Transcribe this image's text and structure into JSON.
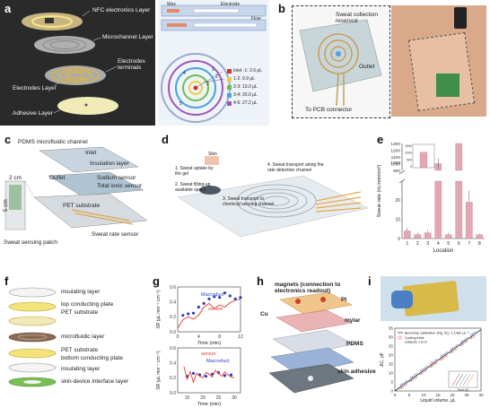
{
  "panels": {
    "a": {
      "label": "a",
      "layers": [
        "NFC electronics Layer",
        "Microchannel Layer",
        "Electrodes terminals",
        "Electrodes Layer",
        "Adhesive Layer"
      ],
      "legend": [
        {
          "text": "Inlet -1: 2.6 μL",
          "color": "#d8332a"
        },
        {
          "text": "1-2: 9.9 μL",
          "color": "#e8d040"
        },
        {
          "text": "2-3: 13.0 μL",
          "color": "#6abf4b"
        },
        {
          "text": "3-4: 20.0 μL",
          "color": "#4aa3df"
        },
        {
          "text": "4-5: 27.2 μL",
          "color": "#9b59b6"
        }
      ],
      "markers": [
        "1",
        "2",
        "3",
        "4",
        "5"
      ],
      "schematic_labels": [
        "Wax",
        "Electrode",
        "Flow"
      ]
    },
    "b": {
      "label": "b",
      "reservoir": "Sweat collection reservoir",
      "outlet": "Outlet",
      "connector": "To PCB connector"
    },
    "c": {
      "label": "c",
      "channel": "PDMS microfluidic channel",
      "inlet": "Inlet",
      "insulation": "Insulation layer",
      "outlet": "Outlet",
      "sodium": "Sodium sensor",
      "ionic": "Total ionic sensor",
      "substrate": "PET substrate",
      "rate": "Sweat rate sensor",
      "dim_w": "2 cm",
      "dim_h": "5 cm",
      "patch": "Sweat sensing patch"
    },
    "d": {
      "label": "d",
      "skin": "Skin",
      "step1": "1. Sweat uptake by the gel",
      "step2": "2. Sweat filling-up available space",
      "step3": "3. Sweat transport to chemical sensing channel",
      "step4": "4. Sweat transport along the rate detection channel"
    },
    "e": {
      "label": "e"
    },
    "f": {
      "label": "f",
      "layers": [
        "insulating layer",
        "top conducting plate",
        "PET substrate",
        "microfluidic layer",
        "PET substrate",
        "bottom conducting plate",
        "insulating layer",
        "skin-device interface layer"
      ]
    },
    "g": {
      "label": "g"
    },
    "h": {
      "label": "h",
      "magnets": "magnets (connection to electronics readout)",
      "pi": "PI",
      "cu": "Cu",
      "mylar": "mylar",
      "pdms": "PDMS",
      "adhesive": "skin adhesive"
    },
    "i": {
      "label": "i",
      "legend1": "Benchtop calibration (Fig. 5c): 1.14pF μL⁻¹",
      "legend2": "Cycling trials",
      "legend3": "subjects 1 to 8",
      "inset_x": "Time (h)"
    }
  },
  "chart_data": [
    {
      "id": "e",
      "type": "bar",
      "ylabel": "Sweat rate (nL/min/cm²)",
      "xlabel": "Location",
      "categories": [
        "1",
        "2",
        "3",
        "4",
        "5",
        "6",
        "7",
        "8"
      ],
      "upper_ticks": [
        "1300",
        "1200",
        "1100",
        "1020",
        "1000",
        "900"
      ],
      "lower_ticks": [
        "20",
        "10",
        "0"
      ],
      "lower_ylim": [
        0,
        30
      ],
      "values": [
        4,
        2,
        3,
        1000,
        2,
        1300,
        19,
        2
      ],
      "errors": [
        1.5,
        1,
        1.5,
        80,
        1,
        0,
        6,
        0.5
      ],
      "inset_ticks": [
        "1500",
        "1000",
        "500",
        "0"
      ],
      "color": "#e3a7b3"
    },
    {
      "id": "g-top",
      "type": "line",
      "xlabel": "Time (min)",
      "ylabel": "SR (μL min⁻¹ cm⁻²)",
      "xticks": [
        "0",
        "4",
        "8",
        "12"
      ],
      "yticks": [
        "0.6",
        "0.4",
        "0.2",
        "0.0"
      ],
      "series": [
        {
          "name": "Macroduct",
          "color": "#2b3fbf",
          "x": [
            1,
            2,
            3,
            4,
            5,
            6,
            7,
            8,
            9,
            10,
            11,
            12
          ],
          "y": [
            0.22,
            0.24,
            0.25,
            0.33,
            0.38,
            0.44,
            0.47,
            0.46,
            0.52,
            0.48,
            0.44,
            0.46
          ]
        },
        {
          "name": "sensor",
          "color": "#e0392b",
          "x": [
            0,
            1,
            2,
            3,
            4,
            5,
            6,
            7,
            8,
            9,
            10,
            11,
            12
          ],
          "y": [
            0.05,
            0.16,
            0.2,
            0.17,
            0.22,
            0.33,
            0.38,
            0.31,
            0.36,
            0.33,
            0.39,
            0.42,
            0.44
          ]
        }
      ]
    },
    {
      "id": "g-bottom",
      "type": "line",
      "xlabel": "Time (min)",
      "ylabel": "SR (μL min⁻¹ cm⁻²)",
      "xticks": [
        "15",
        "20",
        "25",
        "30"
      ],
      "yticks": [
        "0.6",
        "0.4",
        "0.2",
        "0.0"
      ],
      "series": [
        {
          "name": "Macroduct",
          "color": "#2b3fbf",
          "x": [
            15,
            17,
            19,
            21,
            23,
            25,
            27,
            29
          ],
          "y": [
            0.22,
            0.26,
            0.24,
            0.22,
            0.25,
            0.27,
            0.23,
            0.24
          ]
        },
        {
          "name": "sensor",
          "color": "#e0392b",
          "x": [
            14,
            15,
            16,
            17,
            18,
            19,
            20,
            21,
            22,
            23,
            24,
            25,
            26,
            27,
            28,
            29,
            30
          ],
          "y": [
            0.35,
            0.18,
            0.28,
            0.14,
            0.26,
            0.22,
            0.2,
            0.27,
            0.25,
            0.21,
            0.3,
            0.26,
            0.22,
            0.28,
            0.24,
            0.21,
            0.2
          ]
        }
      ]
    },
    {
      "id": "i",
      "type": "line",
      "xlabel": "Liquid volume, μL",
      "ylabel": "ΔC, pF",
      "xticks": [
        "0",
        "5",
        "10",
        "15",
        "20",
        "25",
        "30"
      ],
      "yticks": [
        "0",
        "5",
        "10",
        "15",
        "20",
        "25",
        "30",
        "35"
      ],
      "xlim": [
        0,
        30
      ],
      "ylim": [
        0,
        35
      ],
      "series": [
        {
          "name": "Benchtop calibration",
          "color": "#222222",
          "x": [
            0,
            30
          ],
          "y": [
            0,
            34.2
          ]
        }
      ]
    }
  ]
}
